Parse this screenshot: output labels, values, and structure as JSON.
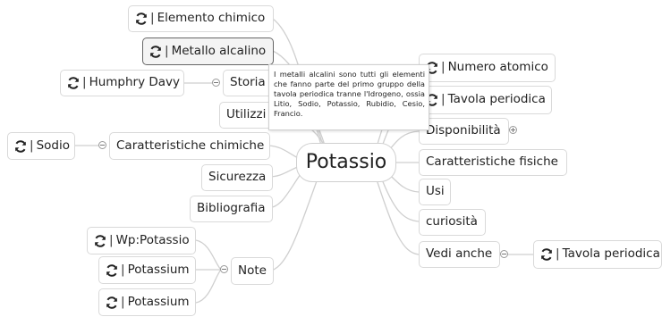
{
  "central": {
    "label": "Potassio"
  },
  "left": {
    "elemento": {
      "label": "Elemento chimico"
    },
    "metallo": {
      "label": "Metallo alcalino"
    },
    "storia": {
      "label": "Storia"
    },
    "humphry": {
      "label": "Humphry Davy"
    },
    "utilizzi": {
      "label": "Utilizzi"
    },
    "caratteristiche_chimiche": {
      "label": "Caratteristiche chimiche"
    },
    "sodio": {
      "label": "Sodio"
    },
    "sicurezza": {
      "label": "Sicurezza"
    },
    "bibliografia": {
      "label": "Bibliografia"
    },
    "note": {
      "label": "Note"
    },
    "wp_potassio": {
      "label": "Wp:Potassio"
    },
    "potassium1": {
      "label": "Potassium"
    },
    "potassium2": {
      "label": "Potassium"
    }
  },
  "right": {
    "numero": {
      "label": "Numero atomico"
    },
    "tavola": {
      "label": "Tavola periodica"
    },
    "disponibilita": {
      "label": "Disponibilità"
    },
    "caratteristiche_fisiche": {
      "label": "Caratteristiche fisiche"
    },
    "usi": {
      "label": "Usi"
    },
    "curiosita": {
      "label": "curiosità"
    },
    "vedi_anche": {
      "label": "Vedi anche"
    },
    "tavola2": {
      "label": "Tavola periodica"
    }
  },
  "link_separator": "|",
  "tooltip": {
    "text": "I metalli alcalini sono tutti gli elementi che fanno parte del primo gruppo della tavola periodica tranne l'Idrogeno, ossia Litio, Sodio, Potassio, Rubidio, Cesio, Francio."
  },
  "colors": {
    "wire": "#cccccc",
    "node_border": "#d9d9d9",
    "selected_border": "#666666"
  }
}
